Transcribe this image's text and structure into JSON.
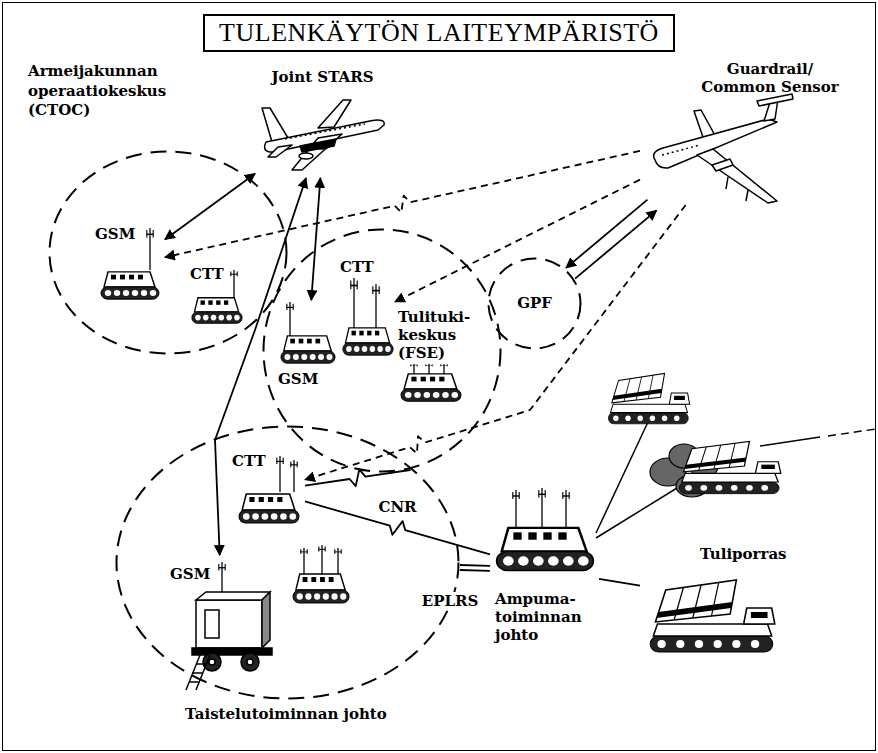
{
  "diagram": {
    "title": "TULENKÄYTÖN LAITEYMPÄRISTÖ",
    "nodes": [
      {
        "text": [
          "Joint STARS"
        ]
      },
      {
        "text": [
          "Guardrail/ Common Sensor"
        ]
      },
      {
        "text": [
          "Armeijakunnan operaatiokeskus (CTOC)"
        ]
      },
      {
        "text": [
          "GSM"
        ],
        "in": 2
      },
      {
        "text": [
          "CTT"
        ],
        "in": 2
      },
      {
        "text": [
          "Tulituki- keskus (FSE)"
        ]
      },
      {
        "text": [
          "GSM"
        ],
        "in": 5
      },
      {
        "text": [
          "CTT"
        ],
        "in": 5
      },
      {
        "text": [
          "GPF"
        ]
      },
      {
        "text": [
          "Taistelutoiminnan johto"
        ]
      },
      {
        "text": [
          "CTT"
        ],
        "in": 9
      },
      {
        "text": [
          "GSM"
        ],
        "in": 9
      },
      {
        "text": [
          "Ampuma- toiminnan johto"
        ]
      },
      {
        "text": [
          "Tuliporras"
        ]
      }
    ],
    "edges": [
      {
        "from": 0,
        "to": 3,
        "arrow": "both"
      },
      {
        "from": 0,
        "to": 6,
        "arrow": "both"
      },
      {
        "from": 0,
        "to": 11,
        "arrow": "both"
      },
      {
        "from": 1,
        "to": 3,
        "arrow": "to"
      },
      {
        "from": 1,
        "to": 7,
        "arrow": "to"
      },
      {
        "from": 1,
        "to": 8,
        "arrow": "to"
      },
      {
        "from": 8,
        "to": 1,
        "arrow": "to"
      },
      {
        "from": 1,
        "to": 10,
        "arrow": "to"
      },
      {
        "from": 5,
        "to": 10,
        "arrow": "none"
      },
      {
        "from": 10,
        "to": 12,
        "arrow": "none",
        "label": "CNR"
      },
      {
        "from": 9,
        "to": 12,
        "arrow": "none",
        "label": "EPLRS"
      },
      {
        "from": 12,
        "to": 13,
        "arrow": "none"
      }
    ]
  }
}
